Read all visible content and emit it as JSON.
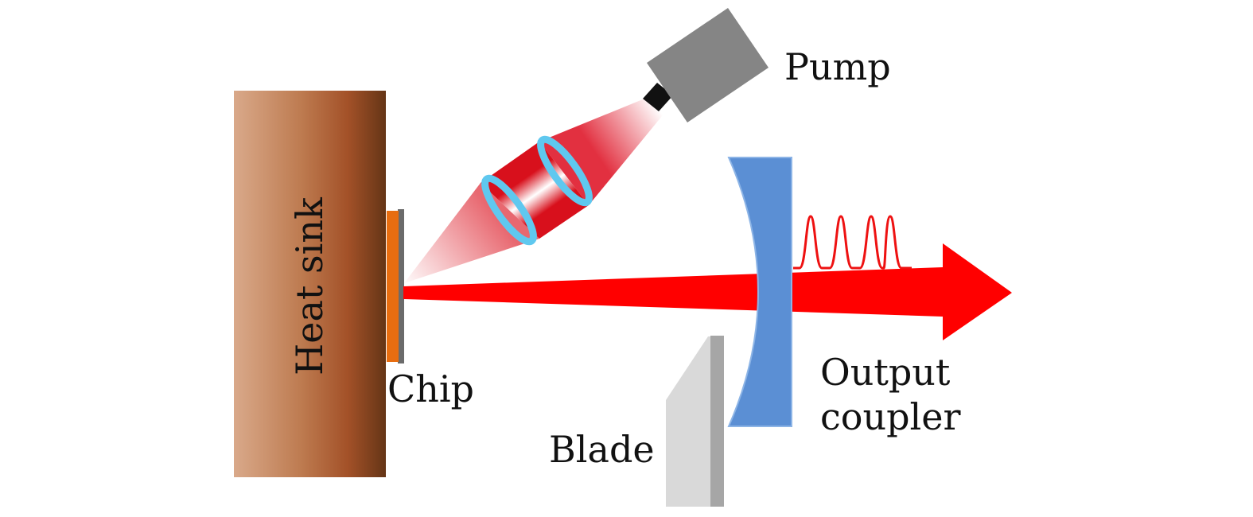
{
  "labels": {
    "heat_sink": "Heat sink",
    "chip": "Chip",
    "pump": "Pump",
    "blade": "Blade",
    "output_coupler_line1": "Output",
    "output_coupler_line2": "coupler"
  },
  "colors": {
    "heat_sink_light": "#d9a98a",
    "heat_sink_dark": "#653516",
    "chip_orange": "#e86d10",
    "chip_backing": "#6b6b6b",
    "pump_body": "#858585",
    "pump_nozzle": "#111111",
    "pump_beam_red": "#e0202a",
    "lens_blue": "#5fc8ef",
    "laser_red": "#ff0000",
    "output_coupler_blue": "#5b8fd4",
    "blade_light": "#d9d9d9",
    "blade_dark": "#a6a6a6",
    "pulse_red": "#ee1111"
  }
}
